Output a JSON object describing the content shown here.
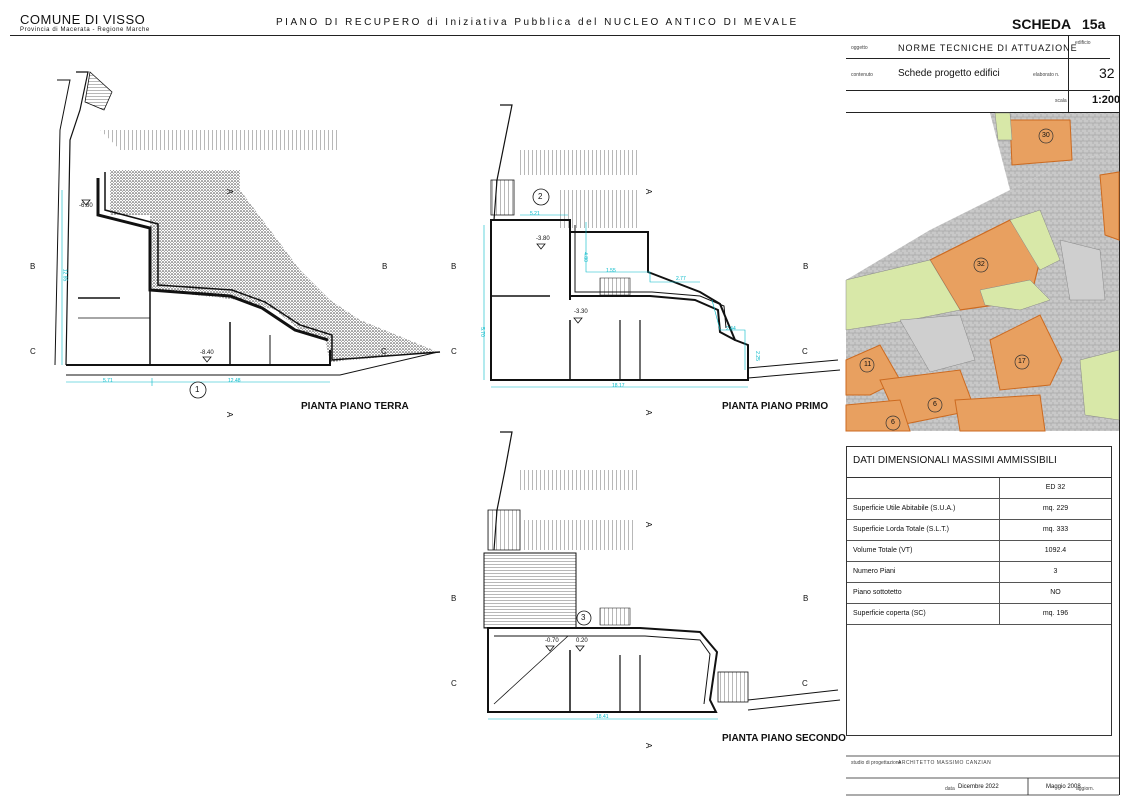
{
  "header": {
    "comune": "COMUNE DI VISSO",
    "provincia": "Provincia di Macerata - Regione Marche",
    "title": "PIANO DI RECUPERO di Iniziativa Pubblica del NUCLEO ANTICO DI MEVALE",
    "scheda_label": "SCHEDA",
    "scheda_num": "15a"
  },
  "info": {
    "oggetto_label": "oggetto",
    "oggetto": "NORME TECNICHE DI ATTUAZIONE",
    "edificio_label": "edificio",
    "contenuto_label": "contenuto",
    "contenuto": "Schede progetto edifici",
    "elaborato_label": "elaborato n.",
    "elaborato": "32",
    "scala_label": "scala",
    "scala": "1:200"
  },
  "plans": {
    "terra": "PIANTA PIANO TERRA",
    "primo": "PIANTA PIANO PRIMO",
    "secondo": "PIANTA PIANO SECONDO"
  },
  "section_marks": {
    "a": "A",
    "b": "B",
    "c": "C"
  },
  "dims": {
    "t_level1": "-6.80",
    "t_level2": "-8.40",
    "t_w1": "5.71",
    "t_w2": "12.48",
    "t_h": "12.85",
    "t_num": "1",
    "p_level1": "-3.80",
    "p_level2": "-3.30",
    "p_num": "2",
    "p_w": "18.17",
    "p_a": "5.21",
    "p_b": "1.55",
    "p_c": "2.77",
    "p_d": "2.44",
    "p_e": "2.25",
    "p_h1": "4.80",
    "p_h2": "5.70",
    "s_level1": "-0.70",
    "s_level2": "0.20",
    "s_num": "3",
    "s_w": "18.41"
  },
  "map_labels": [
    "30",
    "32",
    "11",
    "17",
    "6",
    "6"
  ],
  "table": {
    "title": "DATI DIMENSIONALI MASSIMI AMMISSIBILI",
    "header_value": "ED 32",
    "rows": [
      {
        "label": "Superficie Utile Abitabile (S.U.A.)",
        "value": "mq. 229"
      },
      {
        "label": "Superficie Lorda Totale (S.L.T.)",
        "value": "mq. 333"
      },
      {
        "label": "Volume Totale (VT)",
        "value": "1092.4"
      },
      {
        "label": "Numero Piani",
        "value": "3"
      },
      {
        "label": "Piano sottotetto",
        "value": "NO"
      },
      {
        "label": "Superficie coperta (SC)",
        "value": "mq. 196"
      }
    ]
  },
  "footer": {
    "studio_label": "studio di progettazione",
    "studio": "ARCHITETTO MASSIMO CANZIAN",
    "date_label": "data",
    "date": "Dicembre 2022",
    "note": "Maggio 2008",
    "aggiorn_label": "aggiorn."
  },
  "colors": {
    "cyan_dim": "#00b8c8",
    "hatch": "#555555",
    "map_orange": "#e8a060",
    "map_green": "#d8e8a8",
    "map_grey": "#b8b8b8"
  }
}
